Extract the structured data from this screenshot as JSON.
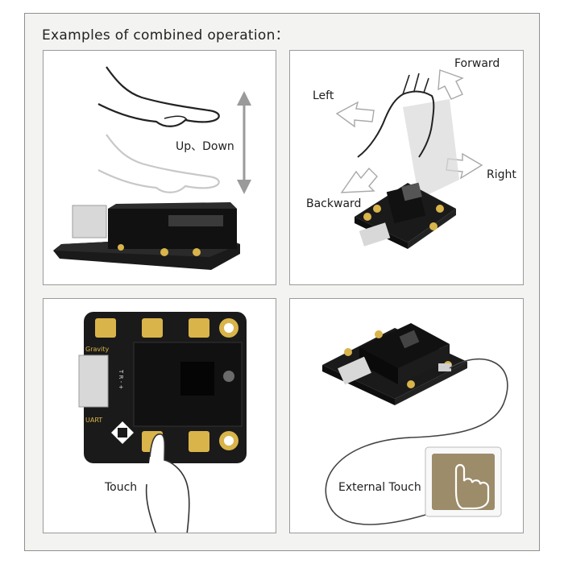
{
  "title": "Examples of combined operation：",
  "panels": {
    "updown": {
      "label": "Up、Down"
    },
    "directions": {
      "forward": "Forward",
      "left": "Left",
      "right": "Right",
      "backward": "Backward"
    },
    "touch": {
      "label": "Touch",
      "board_gravity": "Gravity",
      "board_uart": "UART",
      "board_pins": "T R - +"
    },
    "external": {
      "label": "External Touch"
    }
  },
  "colors": {
    "board": "#1a1a1a",
    "pad_gold": "#d9b44a",
    "external_button": "#9c8c6a"
  }
}
